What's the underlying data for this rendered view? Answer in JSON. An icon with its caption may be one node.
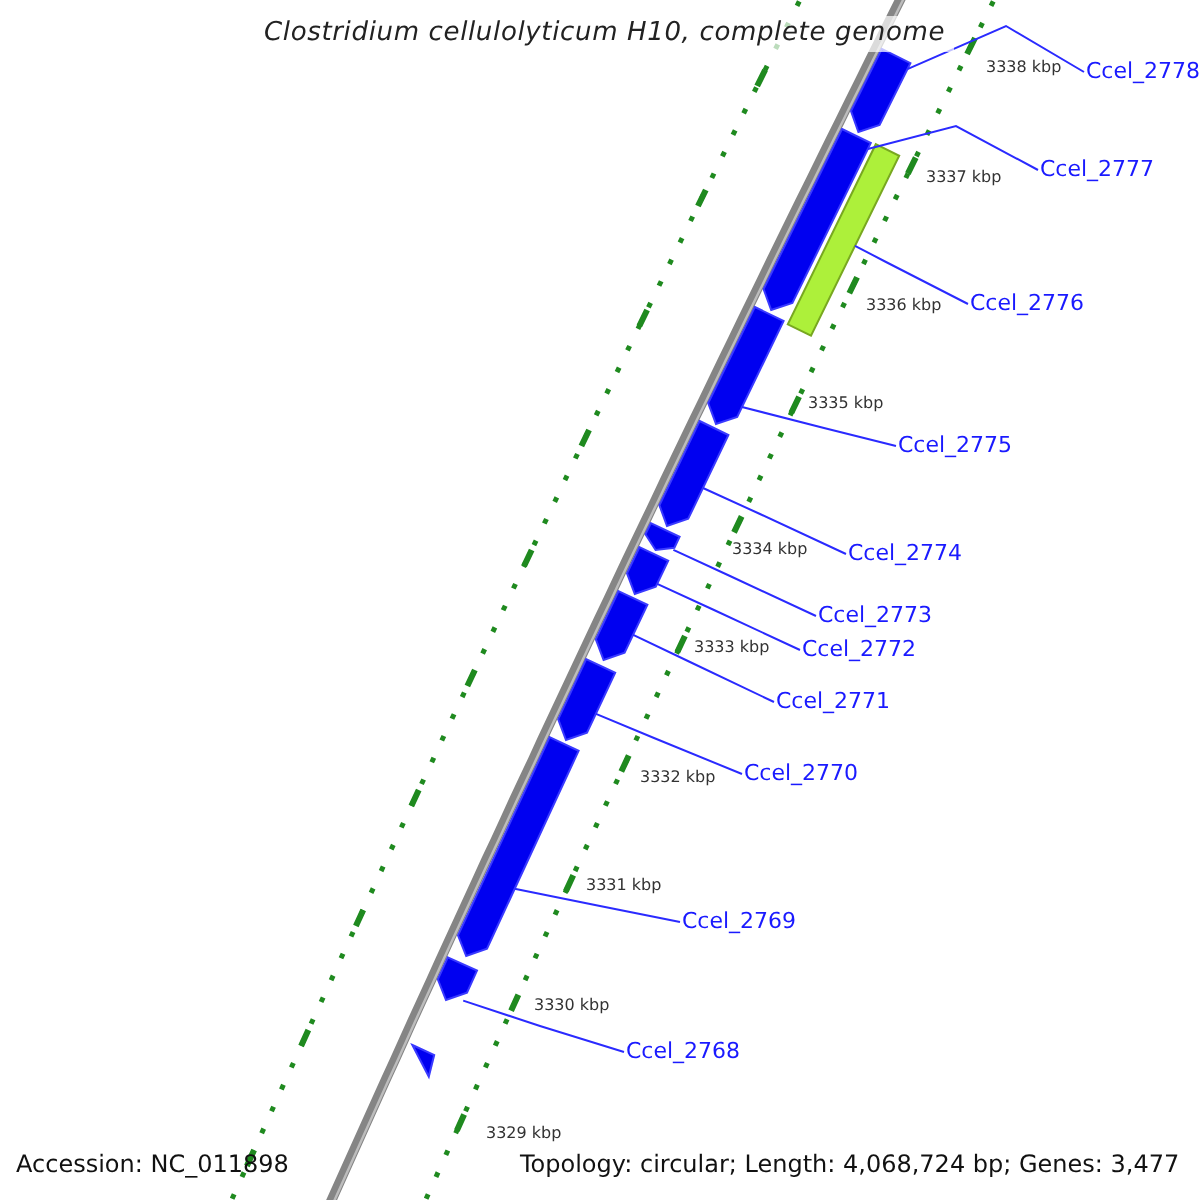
{
  "diagram": {
    "title": "Clostridium cellulolyticum H10, complete genome",
    "nodes": [
      {
        "text": [],
        "shape": "pentagon"
      },
      {
        "text": [],
        "shape": "pentagon"
      },
      {
        "text": [],
        "shape": "bar"
      },
      {
        "text": [],
        "shape": "pentagon"
      },
      {
        "text": [],
        "shape": "pentagon"
      },
      {
        "text": [],
        "shape": "pentagon"
      },
      {
        "text": [],
        "shape": "pentagon"
      },
      {
        "text": [],
        "shape": "pentagon"
      },
      {
        "text": [],
        "shape": "pentagon"
      },
      {
        "text": [],
        "shape": "pentagon"
      },
      {
        "text": [],
        "shape": "pentagon"
      },
      {
        "text": [],
        "shape": "triangle"
      },
      {
        "text": [
          "Ccel_2778"
        ]
      },
      {
        "text": [
          "Ccel_2777"
        ]
      },
      {
        "text": [
          "Ccel_2776"
        ]
      },
      {
        "text": [
          "Ccel_2775"
        ]
      },
      {
        "text": [
          "Ccel_2774"
        ]
      },
      {
        "text": [
          "Ccel_2773"
        ]
      },
      {
        "text": [
          "Ccel_2772"
        ]
      },
      {
        "text": [
          "Ccel_2771"
        ]
      },
      {
        "text": [
          "Ccel_2770"
        ]
      },
      {
        "text": [
          "Ccel_2769"
        ]
      },
      {
        "text": [
          "Ccel_2768"
        ]
      }
    ],
    "edges": [
      {
        "from": 12,
        "to": 0,
        "arrow": "none"
      },
      {
        "from": 13,
        "to": 1,
        "arrow": "none"
      },
      {
        "from": 14,
        "to": 2,
        "arrow": "none"
      },
      {
        "from": 15,
        "to": 3,
        "arrow": "none"
      },
      {
        "from": 16,
        "to": 4,
        "arrow": "none"
      },
      {
        "from": 17,
        "to": 5,
        "arrow": "none"
      },
      {
        "from": 18,
        "to": 6,
        "arrow": "none"
      },
      {
        "from": 19,
        "to": 7,
        "arrow": "none"
      },
      {
        "from": 20,
        "to": 8,
        "arrow": "none"
      },
      {
        "from": 21,
        "to": 9,
        "arrow": "none"
      },
      {
        "from": 22,
        "to": 10,
        "arrow": "none"
      }
    ],
    "labels": [
      "3338 kbp",
      "3337 kbp",
      "3336 kbp",
      "3335 kbp",
      "3334 kbp",
      "3333 kbp",
      "3332 kbp",
      "3331 kbp",
      "3330 kbp",
      "3329 kbp",
      "Accession: NC_011898",
      "Topology: circular; Length: 4,068,724 bp; Genes: 3,477"
    ]
  }
}
